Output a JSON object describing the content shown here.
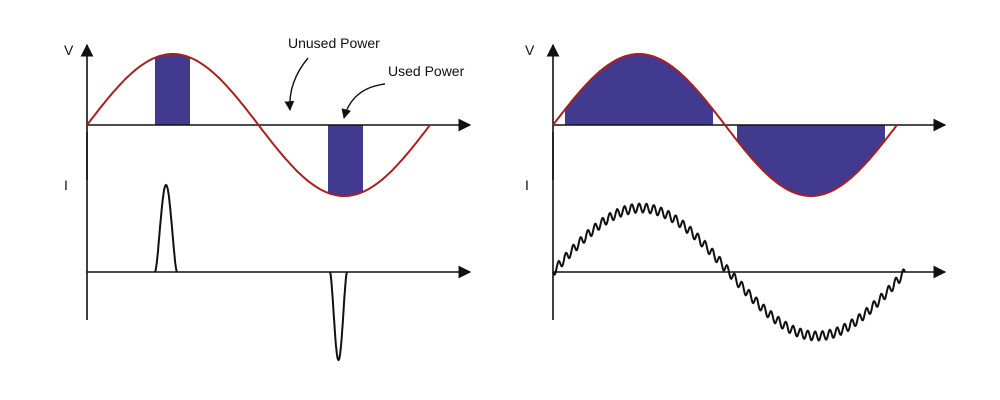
{
  "colors": {
    "voltage": "#a8201f",
    "current": "#111111",
    "fill": "#413a8f",
    "axis": "#111111"
  },
  "left_panel": {
    "voltage_label": "V",
    "current_label": "I",
    "annotation_unused": "Unused Power",
    "annotation_used": "Used Power"
  },
  "right_panel": {
    "voltage_label": "V",
    "current_label": "I"
  }
}
